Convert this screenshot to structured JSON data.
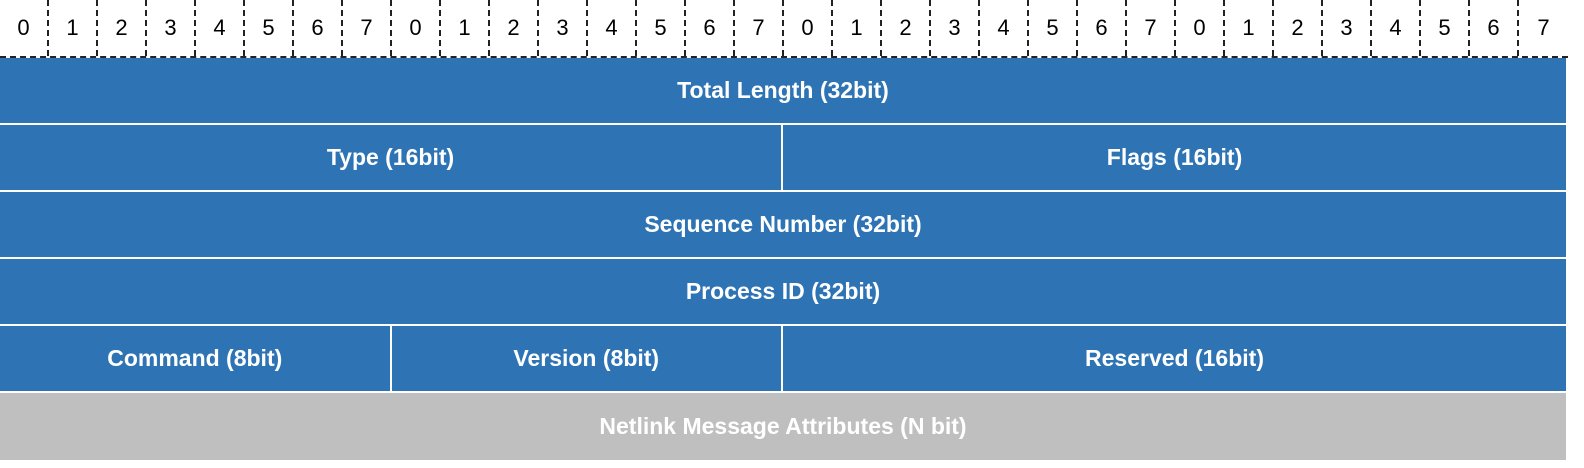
{
  "bit_ruler": [
    "0",
    "1",
    "2",
    "3",
    "4",
    "5",
    "6",
    "7",
    "0",
    "1",
    "2",
    "3",
    "4",
    "5",
    "6",
    "7",
    "0",
    "1",
    "2",
    "3",
    "4",
    "5",
    "6",
    "7",
    "0",
    "1",
    "2",
    "3",
    "4",
    "5",
    "6",
    "7"
  ],
  "colors": {
    "field_fill": "#2e74b5",
    "attributes_fill": "#bfbfbf",
    "field_text": "#ffffff",
    "ruler_line": "#222222"
  },
  "rows": [
    {
      "fields": [
        {
          "label": "Total Length (32bit)",
          "bits": 32
        }
      ]
    },
    {
      "fields": [
        {
          "label": "Type (16bit)",
          "bits": 16
        },
        {
          "label": "Flags (16bit)",
          "bits": 16
        }
      ]
    },
    {
      "fields": [
        {
          "label": "Sequence Number (32bit)",
          "bits": 32
        }
      ]
    },
    {
      "fields": [
        {
          "label": "Process ID (32bit)",
          "bits": 32
        }
      ]
    },
    {
      "fields": [
        {
          "label": "Command (8bit)",
          "bits": 8
        },
        {
          "label": "Version (8bit)",
          "bits": 8
        },
        {
          "label": "Reserved (16bit)",
          "bits": 16
        }
      ]
    },
    {
      "fields": [
        {
          "label": "Netlink Message Attributes (N bit)",
          "bits": 32
        }
      ]
    }
  ]
}
